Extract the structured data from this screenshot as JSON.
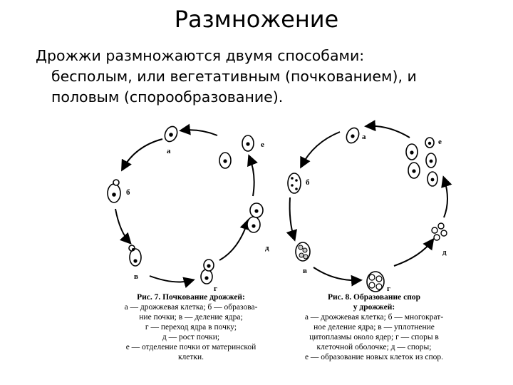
{
  "slide": {
    "title": "Размножение",
    "text_line1": "Дрожжи размножаются двумя способами:",
    "text_line2": "бесполым, или вегетативным (почкованием), и",
    "text_line3": "половым (спорообразование)."
  },
  "figure7": {
    "labels": {
      "a": "а",
      "b": "б",
      "v": "в",
      "g": "г",
      "d": "д",
      "e": "е"
    },
    "caption_title": "Рис. 7. Почкование дрожжей:",
    "caption_lines": [
      "а — дрожжевая клетка; б — образова-",
      "ние почки; в — деление ядра;",
      "г — переход ядра в почку;",
      "д — рост почки;",
      "е — отделение почки от материнской",
      "клетки."
    ]
  },
  "figure8": {
    "labels": {
      "a": "а",
      "b": "б",
      "v": "в",
      "g": "г",
      "d": "д",
      "e": "е"
    },
    "caption_title": "Рис. 8. Образование спор",
    "caption_title2": "у дрожжей:",
    "caption_lines": [
      "а — дрожжевая клетка; б — многократ-",
      "ное деление ядра; в — уплотнение",
      "цитоплазмы около ядер; г — споры в",
      "клеточной оболочке; д — споры;",
      "е — образование новых клеток из спор."
    ]
  }
}
